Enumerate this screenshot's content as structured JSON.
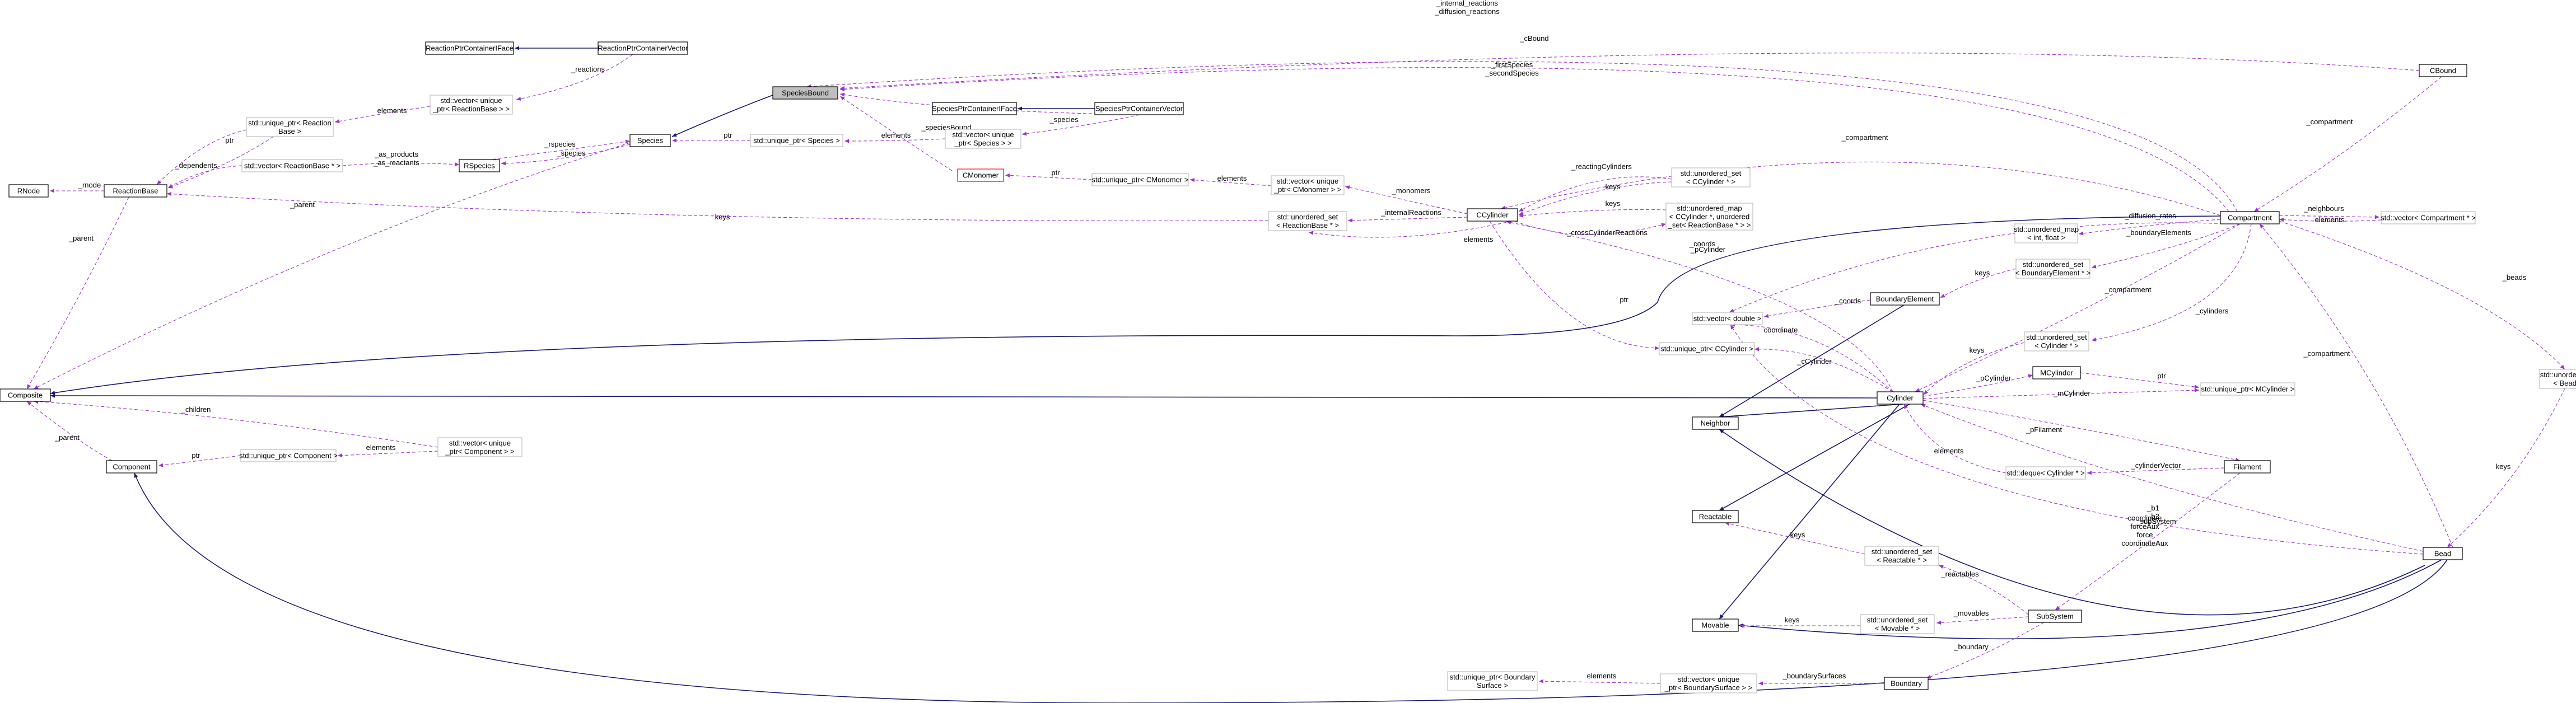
{
  "nodes": {
    "reaction_ptr_container_iface": {
      "lines": [
        "ReactionPtrContainerIFace"
      ],
      "style": "black"
    },
    "reaction_ptr_container_vector": {
      "lines": [
        "ReactionPtrContainerVector"
      ],
      "style": "black"
    },
    "unique_ptr_reactionbase_vector": {
      "lines": [
        "std::vector< unique",
        "_ptr< ReactionBase > >"
      ],
      "style": "gray"
    },
    "unique_ptr_reactionbase": {
      "lines": [
        "std::unique_ptr< Reaction",
        "Base >"
      ],
      "style": "gray"
    },
    "species_bound": {
      "lines": [
        "SpeciesBound"
      ],
      "style": "highlight"
    },
    "species_ptr_container_iface": {
      "lines": [
        "SpeciesPtrContainerIFace"
      ],
      "style": "black"
    },
    "species_ptr_container_vector": {
      "lines": [
        "SpeciesPtrContainerVector"
      ],
      "style": "black"
    },
    "unique_ptr_species_vector": {
      "lines": [
        "std::vector< unique",
        "_ptr< Species > >"
      ],
      "style": "gray"
    },
    "species": {
      "lines": [
        "Species"
      ],
      "style": "black"
    },
    "unique_ptr_species": {
      "lines": [
        "std::unique_ptr< Species >"
      ],
      "style": "gray"
    },
    "rspecies": {
      "lines": [
        "RSpecies"
      ],
      "style": "black"
    },
    "vector_reactionbase": {
      "lines": [
        "std::vector< ReactionBase * >"
      ],
      "style": "gray"
    },
    "rnode": {
      "lines": [
        "RNode"
      ],
      "style": "black"
    },
    "reaction_base": {
      "lines": [
        "ReactionBase"
      ],
      "style": "black"
    },
    "cmonomer": {
      "lines": [
        "CMonomer"
      ],
      "style": "red"
    },
    "unique_ptr_cmonomer": {
      "lines": [
        "std::unique_ptr< CMonomer >"
      ],
      "style": "gray"
    },
    "vector_unique_ptr_cmonomer": {
      "lines": [
        "std::vector< unique",
        "_ptr< CMonomer > >"
      ],
      "style": "gray"
    },
    "unordered_set_reactionbase": {
      "lines": [
        "std::unordered_set",
        "< ReactionBase * >"
      ],
      "style": "gray"
    },
    "ccylinder": {
      "lines": [
        "CCylinder"
      ],
      "style": "black"
    },
    "unordered_set_ccylinder": {
      "lines": [
        "std::unordered_set",
        "< CCylinder * >"
      ],
      "style": "gray"
    },
    "unordered_map_ccylinder": {
      "lines": [
        "std::unordered_map",
        "< CCylinder *, unordered",
        "_set< ReactionBase * > >"
      ],
      "style": "gray"
    },
    "cbound": {
      "lines": [
        "CBound"
      ],
      "style": "black"
    },
    "compartment": {
      "lines": [
        "Compartment"
      ],
      "style": "black"
    },
    "vector_compartment": {
      "lines": [
        "std::vector< Compartment * >"
      ],
      "style": "gray"
    },
    "unordered_map_int_float": {
      "lines": [
        "std::unordered_map",
        "< int, float >"
      ],
      "style": "gray"
    },
    "unordered_set_boundary_element": {
      "lines": [
        "std::unordered_set",
        "< BoundaryElement * >"
      ],
      "style": "gray"
    },
    "boundary_element": {
      "lines": [
        "BoundaryElement"
      ],
      "style": "black"
    },
    "vector_double": {
      "lines": [
        "std::vector< double >"
      ],
      "style": "gray"
    },
    "unique_ptr_ccylinder": {
      "lines": [
        "std::unique_ptr< CCylinder >"
      ],
      "style": "gray"
    },
    "unordered_set_cylinder": {
      "lines": [
        "std::unordered_set",
        "< Cylinder * >"
      ],
      "style": "gray"
    },
    "mcylinder": {
      "lines": [
        "MCylinder"
      ],
      "style": "black"
    },
    "unique_ptr_mcylinder": {
      "lines": [
        "std::unique_ptr< MCylinder >"
      ],
      "style": "gray"
    },
    "unordered_set_bead": {
      "lines": [
        "std::unordered_set",
        "< Bead * >"
      ],
      "style": "gray"
    },
    "composite": {
      "lines": [
        "Composite"
      ],
      "style": "black"
    },
    "component": {
      "lines": [
        "Component"
      ],
      "style": "black"
    },
    "unique_ptr_component": {
      "lines": [
        "std::unique_ptr< Component >"
      ],
      "style": "gray"
    },
    "vector_unique_ptr_component": {
      "lines": [
        "std::vector< unique",
        "_ptr< Component > >"
      ],
      "style": "gray"
    },
    "cylinder": {
      "lines": [
        "Cylinder"
      ],
      "style": "black"
    },
    "neighbor": {
      "lines": [
        "Neighbor"
      ],
      "style": "black"
    },
    "deque_cylinder": {
      "lines": [
        "std::deque< Cylinder * >"
      ],
      "style": "gray"
    },
    "filament": {
      "lines": [
        "Filament"
      ],
      "style": "black"
    },
    "reactable": {
      "lines": [
        "Reactable"
      ],
      "style": "black"
    },
    "unordered_set_reactable": {
      "lines": [
        "std::unordered_set",
        "< Reactable * >"
      ],
      "style": "gray"
    },
    "bead": {
      "lines": [
        "Bead"
      ],
      "style": "black"
    },
    "subsystem": {
      "lines": [
        "SubSystem"
      ],
      "style": "black"
    },
    "movable": {
      "lines": [
        "Movable"
      ],
      "style": "black"
    },
    "unordered_set_movable": {
      "lines": [
        "std::unordered_set",
        "< Movable * >"
      ],
      "style": "gray"
    },
    "boundary": {
      "lines": [
        "Boundary"
      ],
      "style": "black"
    },
    "vector_unique_ptr_boundary_surface": {
      "lines": [
        "std::vector< unique",
        "_ptr< BoundarySurface > >"
      ],
      "style": "gray"
    },
    "unique_ptr_boundary_surface": {
      "lines": [
        "std::unique_ptr< Boundary",
        "Surface >"
      ],
      "style": "gray"
    }
  },
  "edge_labels": {
    "internal_reactions": [
      "_internal_reactions",
      "_diffusion_reactions"
    ],
    "cbound": [
      "_cBound"
    ],
    "first_species": [
      "_firstSpecies",
      "_secondSpecies"
    ],
    "reactions": [
      "_reactions"
    ],
    "elements_reactionbase": [
      "elements"
    ],
    "species_bound": [
      "_speciesBound"
    ],
    "species_container": [
      "_species"
    ],
    "species_vector": [
      "_species"
    ],
    "elements_species": [
      "elements"
    ],
    "ptr_species": [
      "ptr"
    ],
    "species_rspecies": [
      "_species"
    ],
    "rspecies": [
      "_rspecies"
    ],
    "dependents": [
      "_dependents"
    ],
    "as_products": [
      "_as_products",
      "_as_reactants"
    ],
    "elements_vector_rb": [
      "elements"
    ],
    "ptr_reactionbase": [
      "ptr"
    ],
    "rnode": [
      "_rnode"
    ],
    "parent_reactionbase": [
      "_parent"
    ],
    "parent_species": [
      "_parent"
    ],
    "keys_reactionbase": [
      "keys"
    ],
    "ptr_cmonomer": [
      "ptr"
    ],
    "elements_cmonomer": [
      "elements"
    ],
    "monomers": [
      "_monomers"
    ],
    "internal_reactions_cc": [
      "_internalReactions"
    ],
    "reacting_cylinders": [
      "_reactingCylinders"
    ],
    "keys_ccylinder": [
      "keys"
    ],
    "keys_ccylinder_map": [
      "keys"
    ],
    "cross_cylinder_reactions": [
      "_crossCylinderReactions"
    ],
    "elements_urs": [
      "elements"
    ],
    "compartment_cc": [
      "_compartment"
    ],
    "compartment_cbound": [
      "_compartment"
    ],
    "neighbours": [
      "_neighbours"
    ],
    "elements_vector_compartment": [
      "elements"
    ],
    "diffusion_rates": [
      "_diffusion_rates"
    ],
    "boundary_elements": [
      "_boundaryElements"
    ],
    "keys_boundary_element": [
      "keys"
    ],
    "coords_compartment": [
      "_coords"
    ],
    "coords_boundary": [
      "_coords"
    ],
    "compartment_cyl": [
      "_compartment"
    ],
    "ccylinder_ptr": [
      "ptr"
    ],
    "pcylinder": [
      "_pCylinder"
    ],
    "coordinate": [
      "coordinate"
    ],
    "cylinders": [
      "_cylinders"
    ],
    "keys_cylinder": [
      "keys"
    ],
    "ccylinder_cyl": [
      "_cCylinder"
    ],
    "pcylinder_mcyl": [
      "_pCylinder"
    ],
    "ptr_mcylinder": [
      "ptr"
    ],
    "mcylinder": [
      "_mCylinder"
    ],
    "beads": [
      "_beads"
    ],
    "keys_bead": [
      "keys"
    ],
    "compartment_bead": [
      "_compartment"
    ],
    "children": [
      "_children"
    ],
    "elements_component": [
      "elements"
    ],
    "ptr_component": [
      "ptr"
    ],
    "parent_component": [
      "_parent"
    ],
    "pfilament": [
      "_pFilament"
    ],
    "cylinder_vector": [
      "_cylinderVector"
    ],
    "elements_deque": [
      "elements"
    ],
    "b1": [
      "_b1",
      "_b2"
    ],
    "bead_coords": [
      "coordinate",
      "forceAux",
      "force",
      "coordinateAux"
    ],
    "subsystem_fil": [
      "_subSystem"
    ],
    "keys_reactable": [
      "keys"
    ],
    "reactables": [
      "_reactables"
    ],
    "movables": [
      "_movables"
    ],
    "keys_movable": [
      "keys"
    ],
    "boundary": [
      "_boundary"
    ],
    "boundary_surfaces": [
      "_boundarySurfaces"
    ],
    "elements_boundary_surface": [
      "elements"
    ]
  },
  "colors": {
    "inheritance": "#191970",
    "usage": "#9a32cd",
    "highlight_fill": "#bfbfbf",
    "gray_border": "#bfbfbf",
    "red_border": "#ff0000"
  }
}
